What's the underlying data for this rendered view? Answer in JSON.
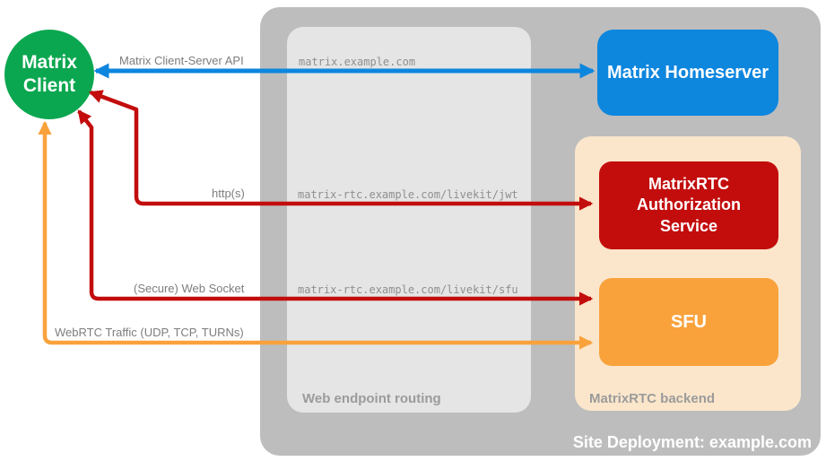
{
  "diagram": {
    "client": {
      "label_line1": "Matrix",
      "label_line2": "Client"
    },
    "homeserver": {
      "label": "Matrix Homeserver"
    },
    "routing": {
      "caption": "Web endpoint routing",
      "endpoints": [
        "matrix.example.com",
        "matrix-rtc.example.com/livekit/jwt",
        "matrix-rtc.example.com/livekit/sfu"
      ]
    },
    "backend": {
      "caption": "MatrixRTC backend",
      "auth_service": {
        "label": "MatrixRTC Authorization Service"
      },
      "sfu": {
        "label": "SFU"
      }
    },
    "deployment_caption": "Site Deployment: example.com",
    "arrows": [
      {
        "label": "Matrix Client-Server API",
        "protocol": "matrix-client-server-api",
        "color": "#0d86de"
      },
      {
        "label": "http(s)",
        "protocol": "https",
        "color": "#c30d0d"
      },
      {
        "label": "(Secure) Web Socket",
        "protocol": "secure-web-socket",
        "color": "#c30d0d"
      },
      {
        "label": "WebRTC Traffic (UDP, TCP, TURNs)",
        "protocol": "webrtc-traffic",
        "color": "#f9a23c"
      }
    ],
    "colors": {
      "client_green": "#0ba750",
      "homeserver_blue": "#0d86de",
      "auth_red": "#c30d0d",
      "sfu_orange": "#f9a23c",
      "backend_peach": "#fbe6cb",
      "outer_gray": "#bdbdbd",
      "routing_gray": "#e5e5e5"
    }
  }
}
